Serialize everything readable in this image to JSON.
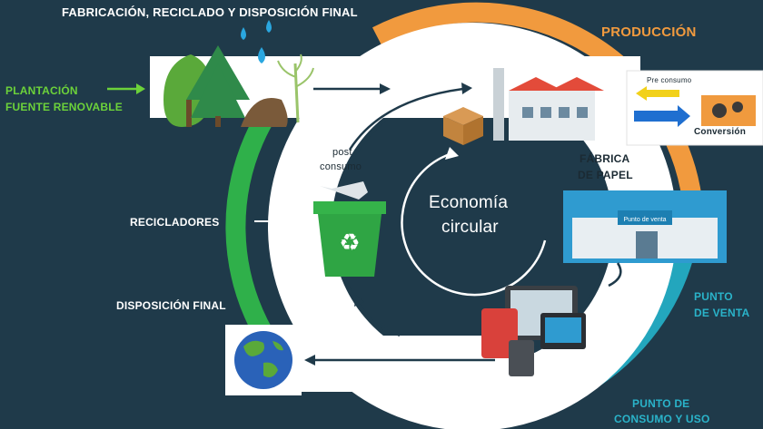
{
  "header": {
    "title": "FABRICACIÓN, RECICLADO Y DISPOSICIÓN FINAL"
  },
  "stages": {
    "produccion": "PRODUCCIÓN",
    "plantacion_line1": "PLANTACIÓN",
    "plantacion_line2": "FUENTE RENOVABLE",
    "pre_consumo": "Pre consumo",
    "conversion": "Conversión",
    "fabrica_line1": "FÁBRICA",
    "fabrica_line2": "DE PAPEL",
    "post_line1": "post",
    "post_line2": "consumo",
    "recicladores": "RECICLADORES",
    "disposicion_final": "DISPOSICIÓN FINAL",
    "punto_venta_line1": "PUNTO",
    "punto_venta_line2": "DE VENTA",
    "punto_consumo_line1": "PUNTO DE",
    "punto_consumo_line2": "CONSUMO Y USO",
    "store_sign": "Punto de venta"
  },
  "center": {
    "line1": "Economía",
    "line2": "circular"
  },
  "colors": {
    "background": "#1f3a4a",
    "green_ring": "#2fb04a",
    "orange_ring": "#f19a3e",
    "teal_ring": "#23a6bd",
    "label_green": "#6cd23a",
    "label_orange": "#f19a3e"
  }
}
